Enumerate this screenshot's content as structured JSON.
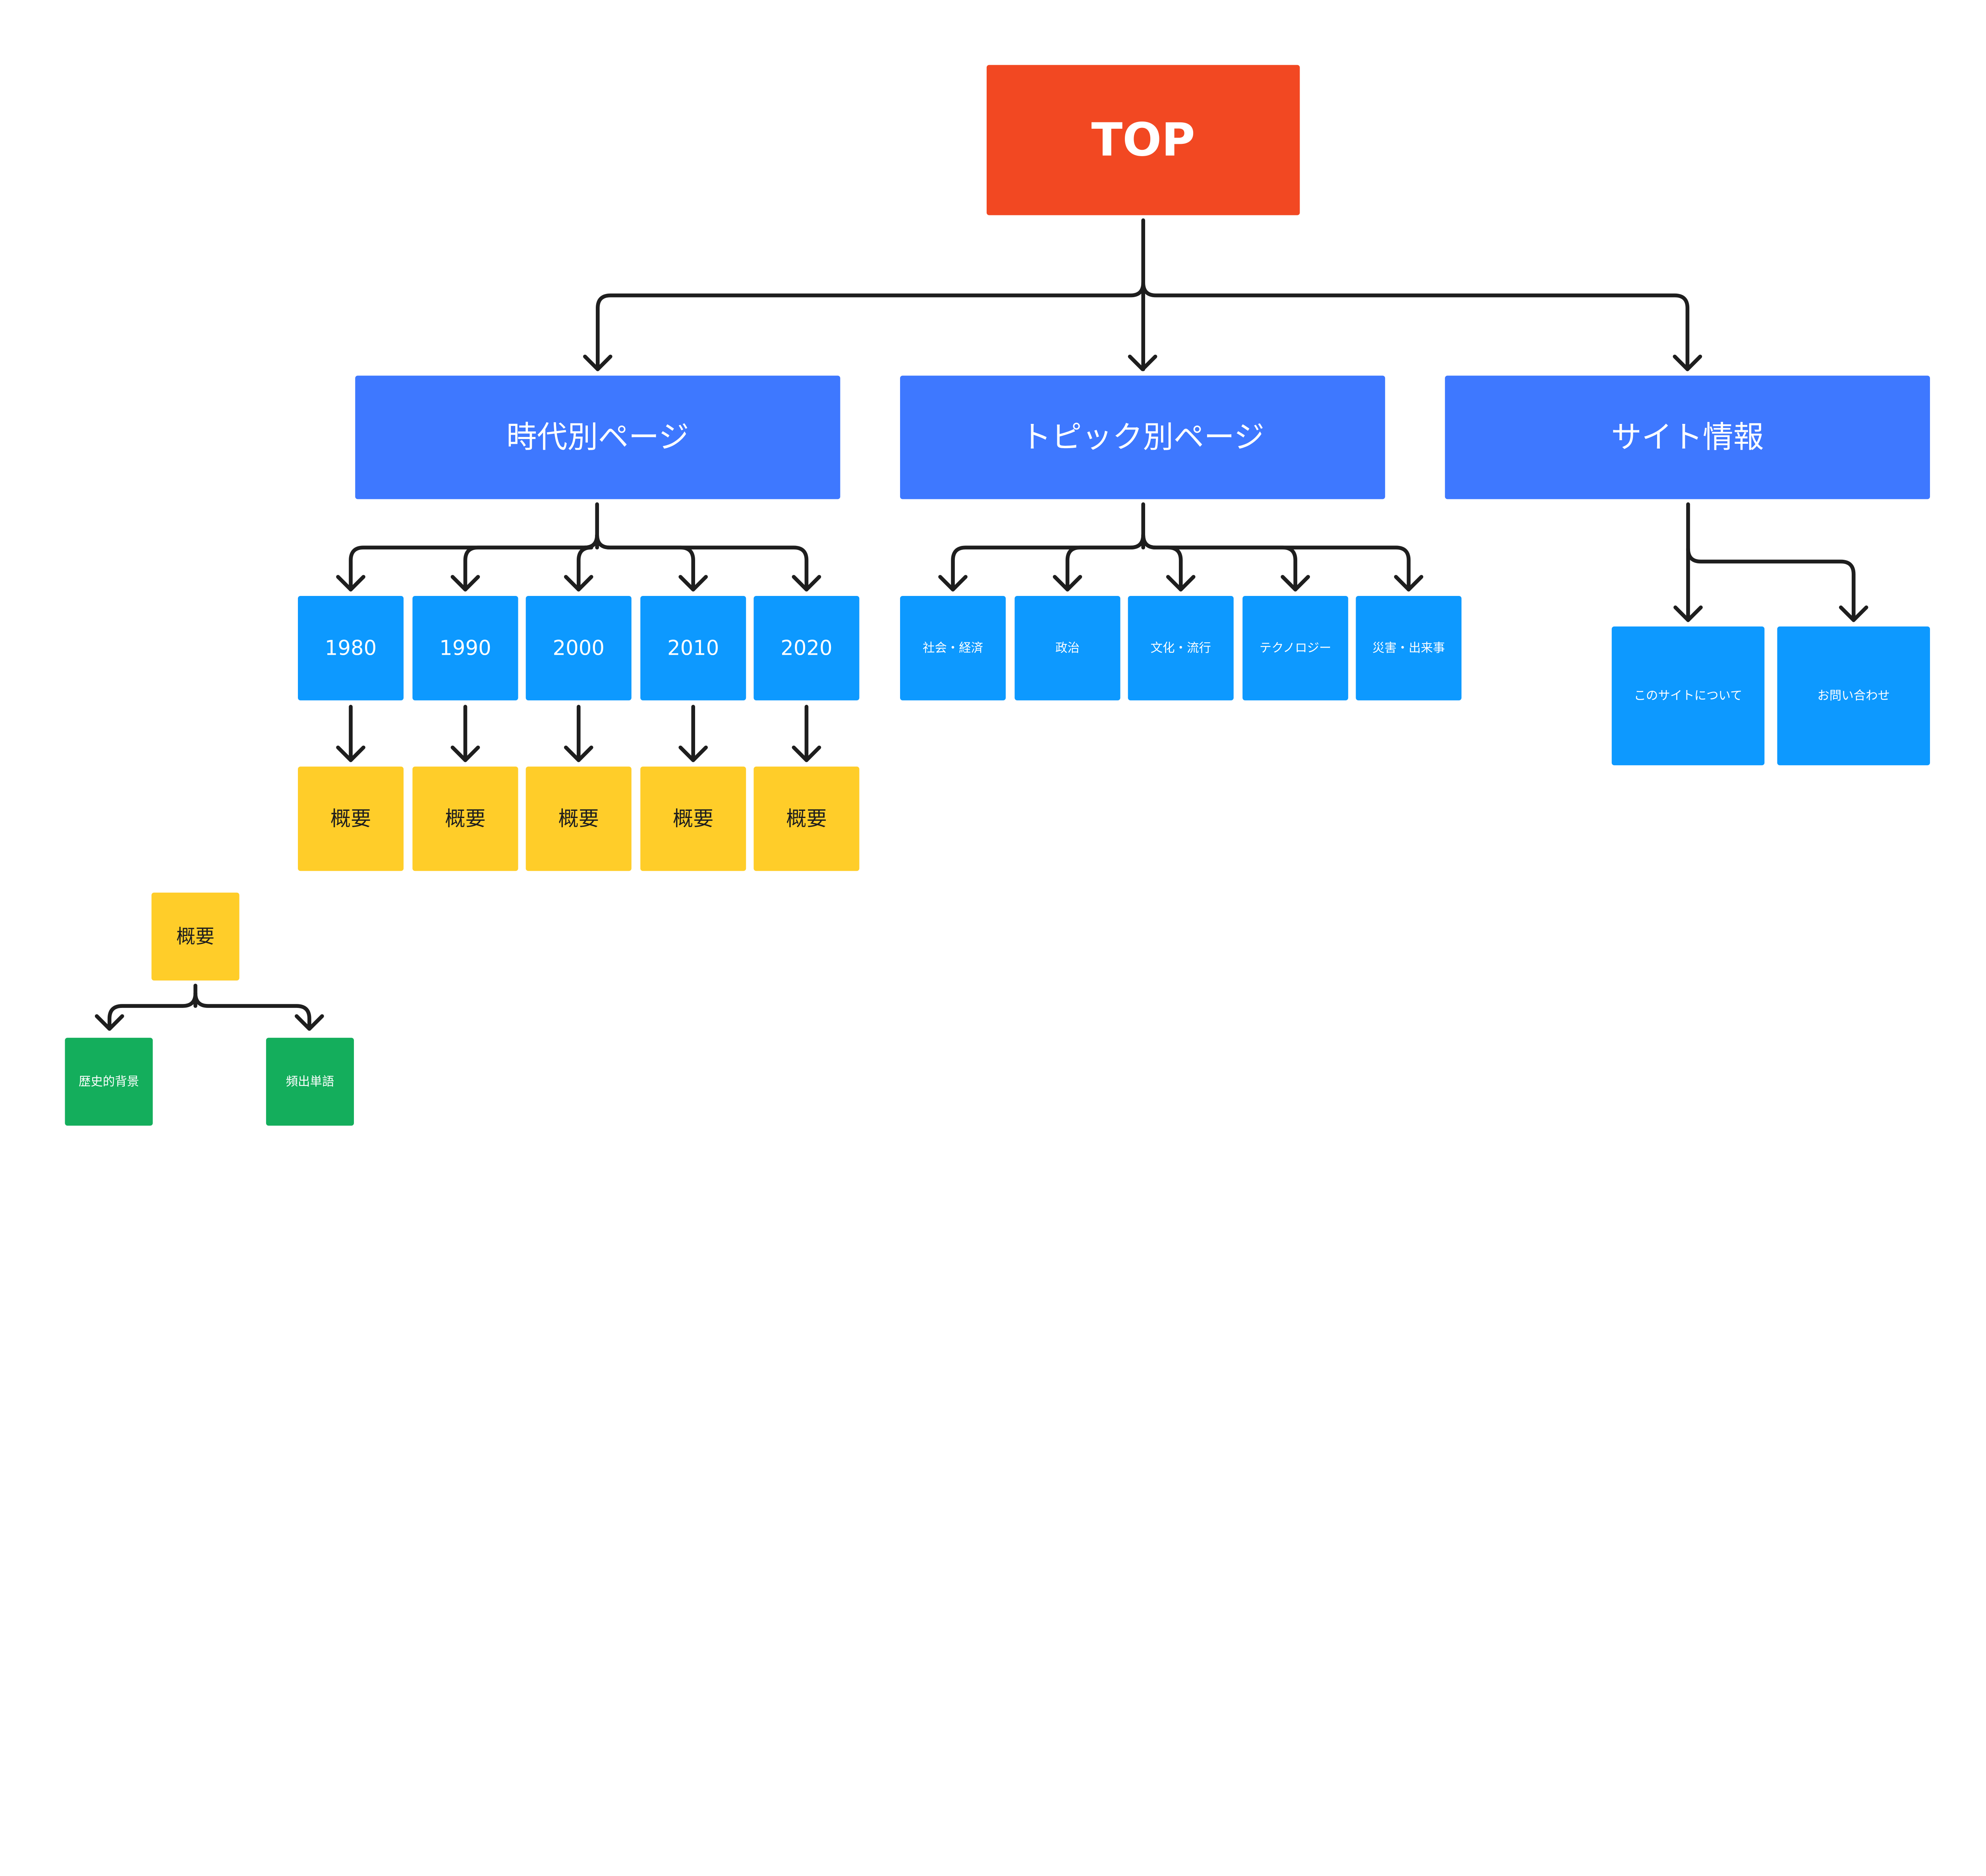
{
  "colors": {
    "top": "#F24822",
    "section": "#3E78FF",
    "page": "#0D99FF",
    "summary": "#FFCD29",
    "detail": "#14AE5C",
    "connector": "#1E1E1E",
    "text_light": "#FFFFFF",
    "text_dark": "#1E1E1E"
  },
  "top": {
    "label": "TOP"
  },
  "sections": [
    {
      "label": "時代別ページ",
      "children": [
        "1980",
        "1990",
        "2000",
        "2010",
        "2020"
      ],
      "grandchild": "概要"
    },
    {
      "label": "トピック別ページ",
      "children": [
        "社会・経済",
        "政治",
        "文化・流行",
        "テクノロジー",
        "災害・出来事"
      ]
    },
    {
      "label": "サイト情報",
      "children": [
        "このサイトについて",
        "お問い合わせ"
      ]
    }
  ],
  "legend_tree": {
    "parent": "概要",
    "children": [
      "歴史的背景",
      "頻出単語"
    ]
  }
}
